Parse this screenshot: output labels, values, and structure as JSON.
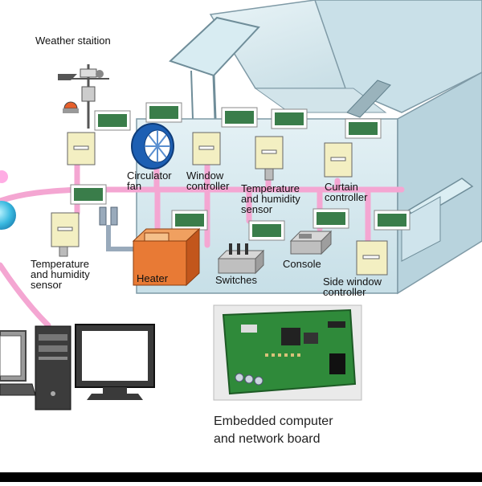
{
  "labels": {
    "weather_station": "Weather staition",
    "circulator_fan": "Circulator\nfan",
    "window_controller": "Window\ncontroller",
    "temp_humidity_sensor_house": "Temperature\nand humidity\nsensor",
    "curtain_controller": "Curtain\ncontroller",
    "temp_humidity_sensor_outside": "Temperature\nand humidity\nsensor",
    "heater": "Heater",
    "switches": "Switches",
    "console": "Console",
    "side_window_controller": "Side window\ncontroller",
    "embedded_board": "Embedded computer\nand network board"
  },
  "colors": {
    "network_line": "#f4a6d2",
    "greenhouse_glass": "#cfe6ee",
    "greenhouse_edge": "#7f9aa6",
    "controller_box": "#f3efc2",
    "heater": "#e87a35",
    "pcb_green": "#2f8a3a",
    "bottom_bar": "#000000"
  }
}
